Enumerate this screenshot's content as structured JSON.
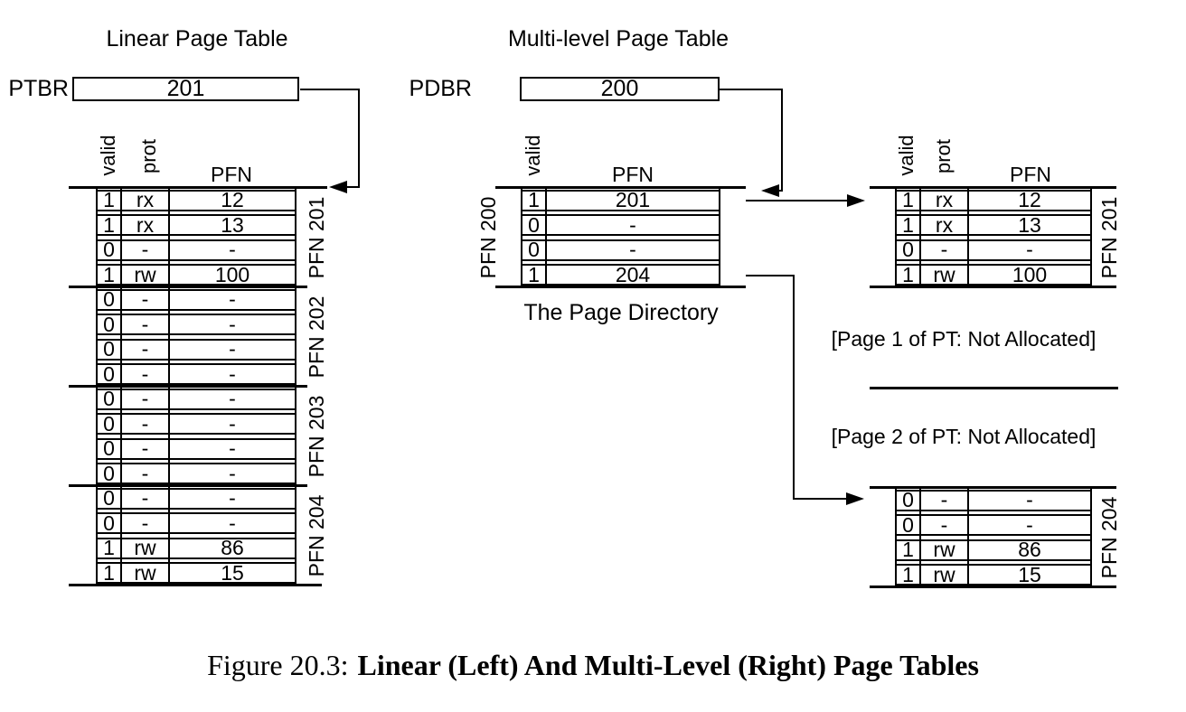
{
  "left": {
    "title": "Linear Page Table",
    "register": {
      "label": "PTBR",
      "value": "201"
    },
    "headers": {
      "valid": "valid",
      "prot": "prot",
      "pfn": "PFN"
    },
    "groups": [
      {
        "label": "PFN 201",
        "rows": [
          {
            "valid": "1",
            "prot": "rx",
            "pfn": "12"
          },
          {
            "valid": "1",
            "prot": "rx",
            "pfn": "13"
          },
          {
            "valid": "0",
            "prot": "-",
            "pfn": "-"
          },
          {
            "valid": "1",
            "prot": "rw",
            "pfn": "100"
          }
        ]
      },
      {
        "label": "PFN 202",
        "rows": [
          {
            "valid": "0",
            "prot": "-",
            "pfn": "-"
          },
          {
            "valid": "0",
            "prot": "-",
            "pfn": "-"
          },
          {
            "valid": "0",
            "prot": "-",
            "pfn": "-"
          },
          {
            "valid": "0",
            "prot": "-",
            "pfn": "-"
          }
        ]
      },
      {
        "label": "PFN 203",
        "rows": [
          {
            "valid": "0",
            "prot": "-",
            "pfn": "-"
          },
          {
            "valid": "0",
            "prot": "-",
            "pfn": "-"
          },
          {
            "valid": "0",
            "prot": "-",
            "pfn": "-"
          },
          {
            "valid": "0",
            "prot": "-",
            "pfn": "-"
          }
        ]
      },
      {
        "label": "PFN 204",
        "rows": [
          {
            "valid": "0",
            "prot": "-",
            "pfn": "-"
          },
          {
            "valid": "0",
            "prot": "-",
            "pfn": "-"
          },
          {
            "valid": "1",
            "prot": "rw",
            "pfn": "86"
          },
          {
            "valid": "1",
            "prot": "rw",
            "pfn": "15"
          }
        ]
      }
    ]
  },
  "middle": {
    "title": "Multi-level Page Table",
    "register": {
      "label": "PDBR",
      "value": "200"
    },
    "headers": {
      "valid": "valid",
      "pfn": "PFN"
    },
    "directory": {
      "label": "PFN 200",
      "rows": [
        {
          "valid": "1",
          "pfn": "201"
        },
        {
          "valid": "0",
          "pfn": "-"
        },
        {
          "valid": "0",
          "pfn": "-"
        },
        {
          "valid": "1",
          "pfn": "204"
        }
      ]
    },
    "caption": "The Page Directory"
  },
  "right": {
    "headers": {
      "valid": "valid",
      "prot": "prot",
      "pfn": "PFN"
    },
    "page0": {
      "label": "PFN 201",
      "rows": [
        {
          "valid": "1",
          "prot": "rx",
          "pfn": "12"
        },
        {
          "valid": "1",
          "prot": "rx",
          "pfn": "13"
        },
        {
          "valid": "0",
          "prot": "-",
          "pfn": "-"
        },
        {
          "valid": "1",
          "prot": "rw",
          "pfn": "100"
        }
      ]
    },
    "not_allocated": [
      "[Page 1 of PT: Not Allocated]",
      "[Page 2 of PT: Not Allocated]"
    ],
    "page3": {
      "label": "PFN 204",
      "rows": [
        {
          "valid": "0",
          "prot": "-",
          "pfn": "-"
        },
        {
          "valid": "0",
          "prot": "-",
          "pfn": "-"
        },
        {
          "valid": "1",
          "prot": "rw",
          "pfn": "86"
        },
        {
          "valid": "1",
          "prot": "rw",
          "pfn": "15"
        }
      ]
    }
  },
  "caption": {
    "prefix": "Figure 20.3:",
    "title": "Linear (Left) And Multi-Level (Right) Page Tables"
  },
  "colors": {
    "ink": "#000000",
    "background": "#ffffff"
  }
}
